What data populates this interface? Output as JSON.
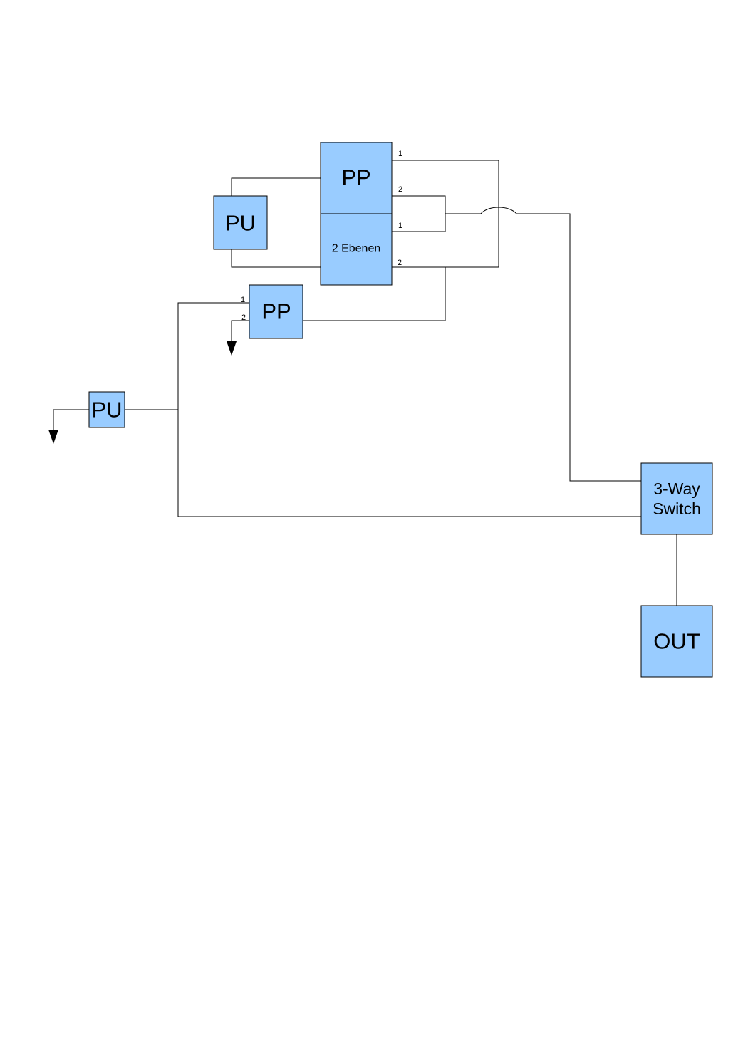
{
  "diagram": {
    "blocks": {
      "pp_top": "PP",
      "pp_bottom_label": "2 Ebenen",
      "pu_top": "PU",
      "pp_small": "PP",
      "pu_left": "PU",
      "switch_line1": "3-Way",
      "switch_line2": "Switch",
      "out": "OUT"
    },
    "pins": {
      "pp_top_1": "1",
      "pp_top_2": "2",
      "pp_bottom_1": "1",
      "pp_bottom_2": "2",
      "pp_small_1": "1",
      "pp_small_2": "2"
    },
    "colors": {
      "block_fill": "#99ccff",
      "line": "#000000"
    }
  }
}
